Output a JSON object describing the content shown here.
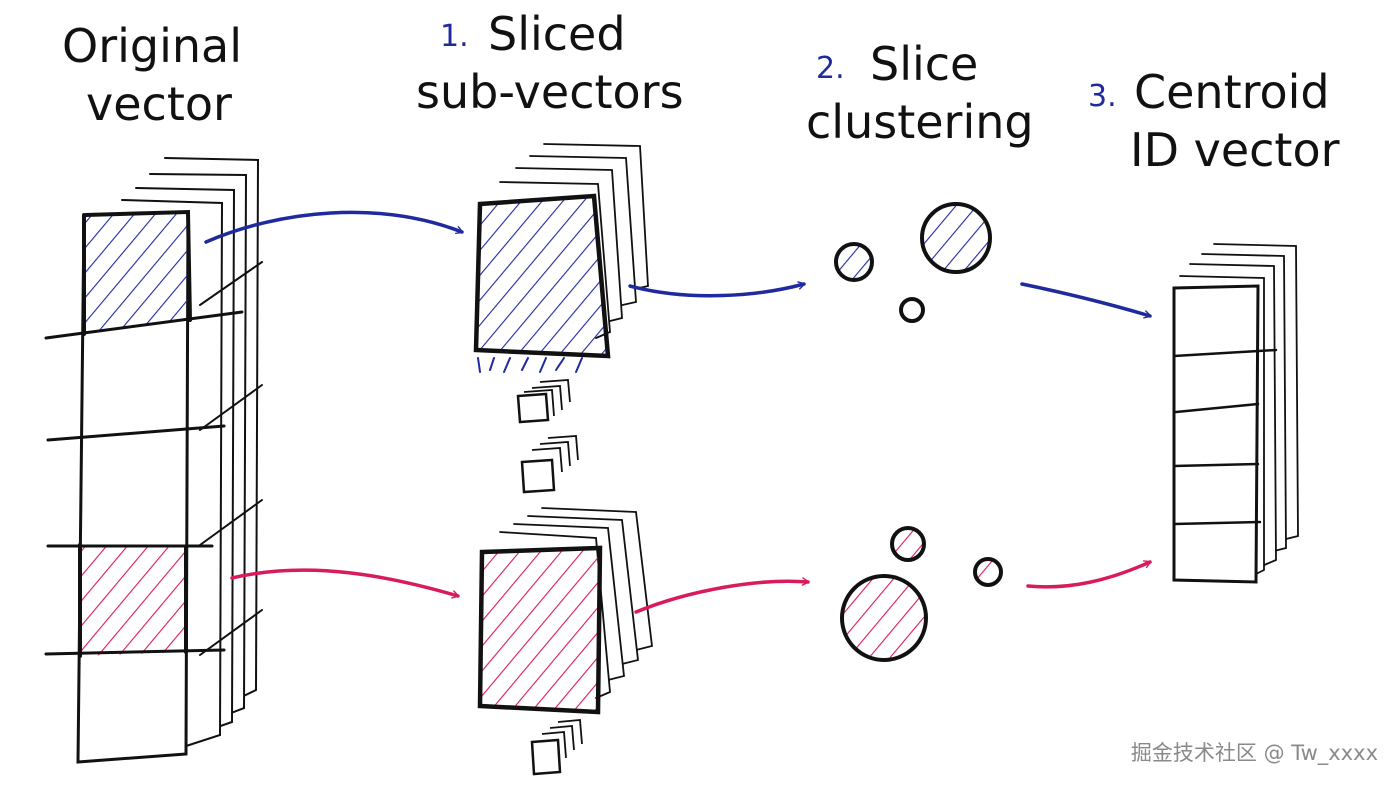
{
  "labels": {
    "original": [
      "Original",
      "vector"
    ],
    "step1": {
      "number": "1.",
      "lines": [
        "Sliced",
        "sub-vectors"
      ]
    },
    "step2": {
      "number": "2.",
      "lines": [
        "Slice",
        "clustering"
      ]
    },
    "step3": {
      "number": "3.",
      "lines": [
        "Centroid",
        "ID vector"
      ]
    }
  },
  "watermark": "掘金技术社区 @ Tw_xxxx",
  "colors": {
    "blue": "#1f2a9e",
    "pink": "#d81b5f",
    "ink": "#111111"
  }
}
